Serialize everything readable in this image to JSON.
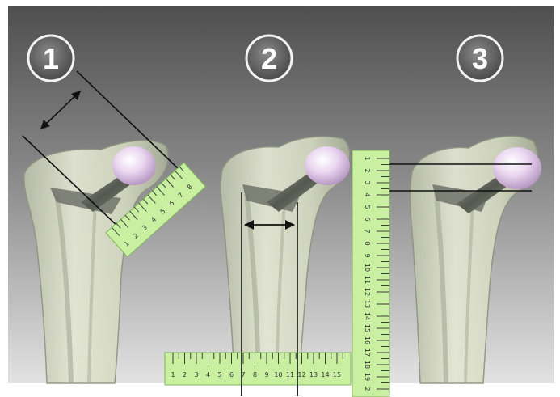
{
  "steps": [
    {
      "number": "1"
    },
    {
      "number": "2"
    },
    {
      "number": "3"
    }
  ],
  "rulers": {
    "ruler_1": [
      "1",
      "2",
      "3",
      "4",
      "5",
      "6",
      "7",
      "8"
    ],
    "ruler_2_horizontal": [
      "1",
      "2",
      "3",
      "4",
      "5",
      "6",
      "7",
      "8",
      "9",
      "10",
      "11",
      "12",
      "13",
      "14",
      "15"
    ],
    "ruler_2_vertical": [
      "1",
      "2",
      "3",
      "4",
      "5",
      "6",
      "7",
      "8",
      "9",
      "10",
      "11",
      "12",
      "13",
      "14",
      "15",
      "16",
      "17",
      "18",
      "19",
      "2"
    ]
  },
  "colors": {
    "background_top": "#4a4a4a",
    "background_bottom": "#dcdcdc",
    "bone": "#d8dcc6",
    "bone_shadow": "#8e9483",
    "implant_head": "#e8d2ee",
    "stem": "#6f7268",
    "ruler": "#c8f0a0",
    "ruler_edge": "#7fb45c",
    "measure_line": "#111111"
  }
}
